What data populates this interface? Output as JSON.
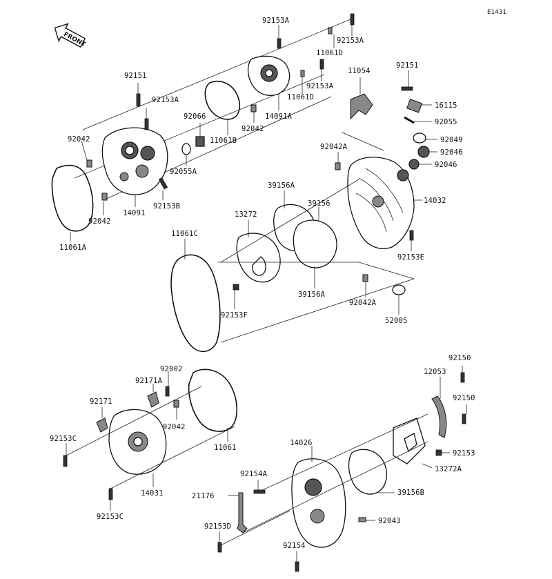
{
  "ref_code": "E1431",
  "direction_arrow": {
    "text": "FRONT",
    "icon": "front-arrow-icon"
  },
  "labels": {
    "l92153A_top": "92153A",
    "l92153A_right": "92153A",
    "l11061D_a": "11061D",
    "l92153A_mid": "92153A",
    "l11061D_b": "11061D",
    "l14091A": "14091A",
    "l92042_a": "92042",
    "l11061B": "11061B",
    "l92151_left": "92151",
    "l92153A_left": "92153A",
    "l92066": "92066",
    "l92042_b": "92042",
    "l92055A": "92055A",
    "l92153B": "92153B",
    "l92042_c": "92042",
    "l14091": "14091",
    "l11061A": "11061A",
    "l11054": "11054",
    "l92151_right": "92151",
    "l16115": "16115",
    "l92055": "92055",
    "l92049": "92049",
    "l92046_a": "92046",
    "l92046_b": "92046",
    "l92042A_top": "92042A",
    "l39156A": "39156A",
    "l39156": "39156",
    "l14032": "14032",
    "l13272": "13272",
    "l11061C": "11061C",
    "l92153E": "92153E",
    "l92153F": "92153F",
    "l39156A_b": "39156A",
    "l92042A_b": "92042A",
    "l52005": "52005",
    "l92002": "92002",
    "l92171A": "92171A",
    "l92171": "92171",
    "l92042_d": "92042",
    "l92153C_a": "92153C",
    "l11061": "11061",
    "l14031": "14031",
    "l92153C_b": "92153C",
    "l92150_a": "92150",
    "l12053": "12053",
    "l92150_b": "92150",
    "l14026": "14026",
    "l92153": "92153",
    "l13272A": "13272A",
    "l92154A": "92154A",
    "l21176": "21176",
    "l39156B": "39156B",
    "l92153D": "92153D",
    "l92043": "92043",
    "l92154": "92154"
  }
}
